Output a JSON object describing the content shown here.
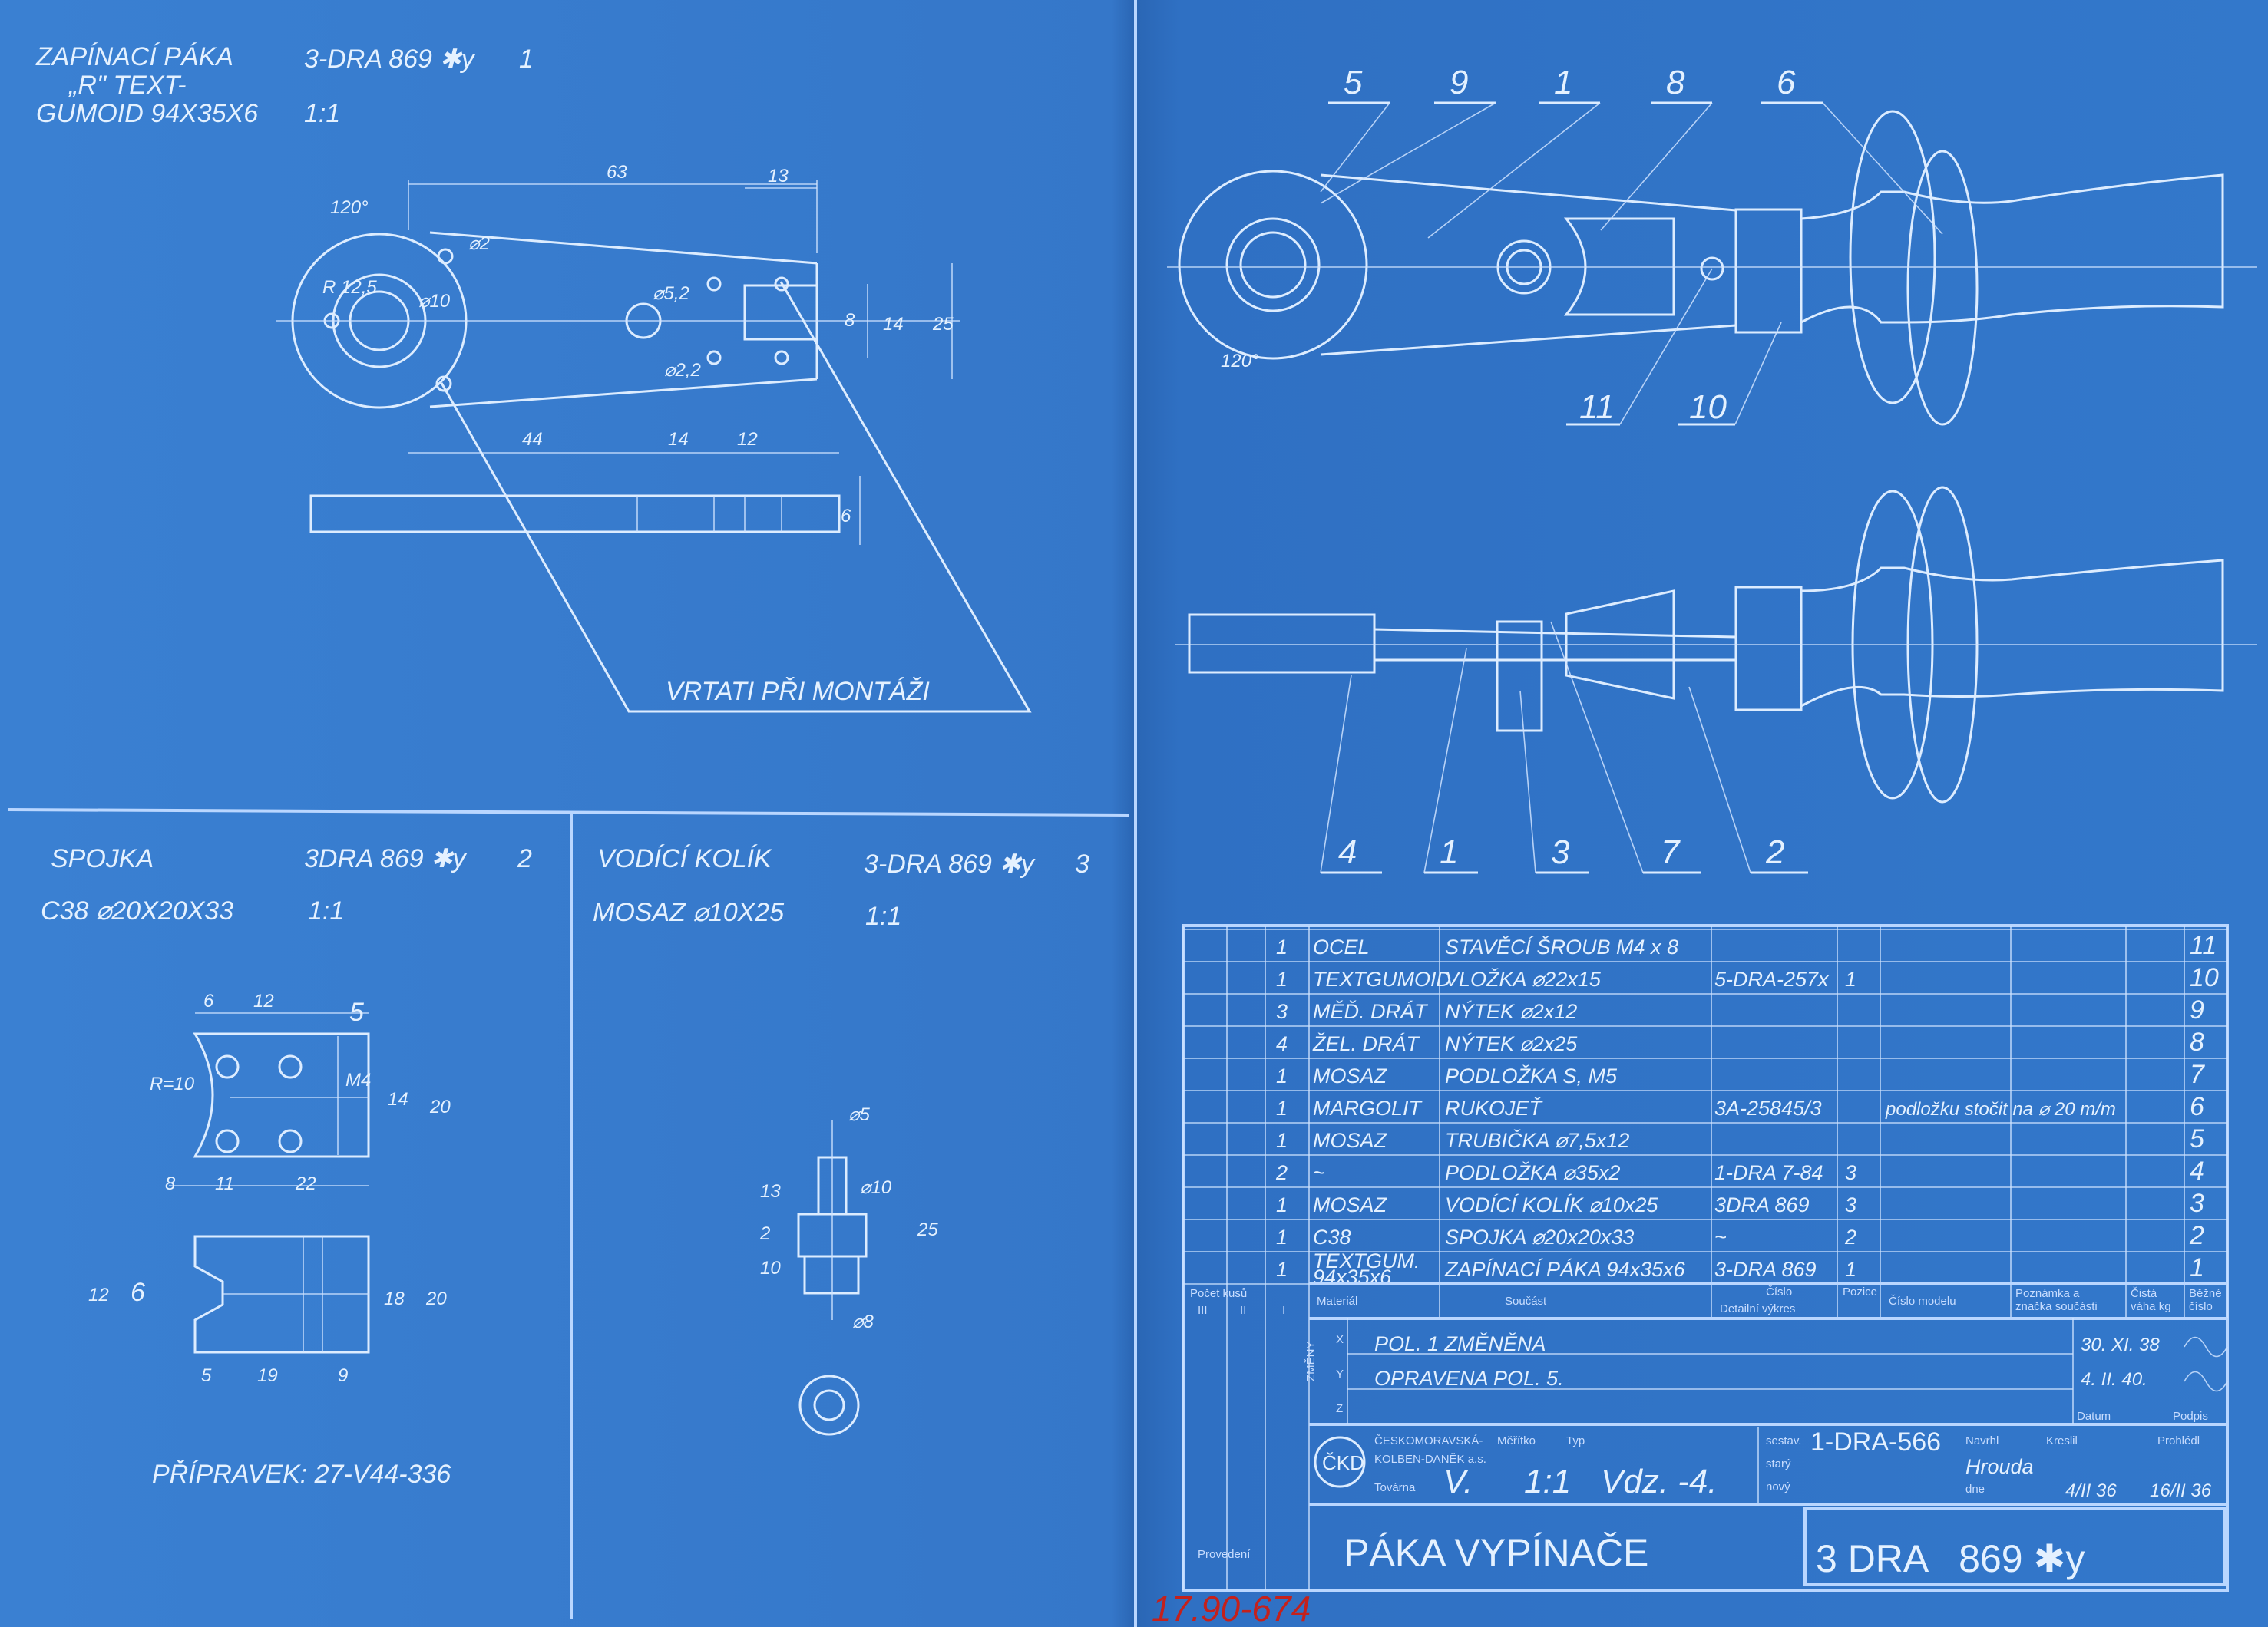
{
  "part1": {
    "title_lines": [
      "ZAPÍNACÍ PÁKA",
      "„R\" TEXT-",
      "GUMOID 94X35X6"
    ],
    "drawing_no": "3-DRA 869 ✱y",
    "position": "1",
    "scale": "1:1",
    "dims": {
      "d63": "63",
      "d13": "13",
      "angle": "120°",
      "phi2": "⌀2",
      "phi10": "⌀10",
      "phi52": "⌀5,2",
      "phi22": "⌀2,2",
      "r": "R 12,5",
      "d8": "8",
      "d14": "14",
      "d25": "25",
      "d44": "44",
      "d14b": "14",
      "d12": "12",
      "d6": "6"
    },
    "note": "VRTATI PŘI MONTÁŽI"
  },
  "part2": {
    "title": "SPOJKA",
    "drawing_no": "3DRA 869 ✱y",
    "position": "2",
    "material": "C38 ⌀20X20X33",
    "scale": "1:1",
    "dims": {
      "d6": "6",
      "d12": "12",
      "d5": "5",
      "r10": "R=10",
      "m4": "M4",
      "d14": "14",
      "d20": "20",
      "d8": "8",
      "d11": "11",
      "d22": "22",
      "d12b": "12",
      "d6b": "6",
      "d18": "18",
      "d20b": "20",
      "d5b": "5",
      "d19": "19",
      "d9": "9"
    },
    "fixture": "PŘÍPRAVEK: 27-V44-336"
  },
  "part3": {
    "title": "VODÍCÍ KOLÍK",
    "drawing_no": "3-DRA 869 ✱y",
    "position": "3",
    "material": "MOSAZ ⌀10X25",
    "scale": "1:1",
    "dims": {
      "phi5": "⌀5",
      "phi10": "⌀10",
      "d13": "13",
      "d2": "2",
      "d10": "10",
      "d25": "25",
      "phi8": "⌀8"
    }
  },
  "assembly": {
    "balloons_top": [
      "5",
      "9",
      "1",
      "8",
      "6"
    ],
    "balloons_mid": [
      "11",
      "10"
    ],
    "balloons_bottom": [
      "4",
      "1",
      "3",
      "7",
      "2"
    ],
    "angle": "120°"
  },
  "parts_list": {
    "rows": [
      {
        "qty": "1",
        "material": "OCEL",
        "part": "STAVĚCÍ ŠROUB  M4 x 8",
        "drawing": "",
        "pos": "",
        "model": "",
        "note": "",
        "no": "11"
      },
      {
        "qty": "1",
        "material": "TEXTGUMOID",
        "part": "VLOŽKA ⌀22x15",
        "drawing": "5-DRA-257x",
        "pos": "1",
        "model": "",
        "note": "",
        "no": "10"
      },
      {
        "qty": "3",
        "material": "MĚĎ. DRÁT",
        "part": "NÝTEK ⌀2x12",
        "drawing": "",
        "pos": "",
        "model": "",
        "note": "",
        "no": "9"
      },
      {
        "qty": "4",
        "material": "ŽEL. DRÁT",
        "part": "NÝTEK ⌀2x25",
        "drawing": "",
        "pos": "",
        "model": "",
        "note": "",
        "no": "8"
      },
      {
        "qty": "1",
        "material": "MOSAZ",
        "part": "PODLOŽKA S, M5",
        "drawing": "",
        "pos": "",
        "model": "",
        "note": "",
        "no": "7"
      },
      {
        "qty": "1",
        "material": "MARGOLIT",
        "part": "RUKOJEŤ",
        "drawing": "3A-25845/3",
        "pos": "",
        "model": "",
        "note": "podložku stočit na ⌀ 20 m/m",
        "no": "6"
      },
      {
        "qty": "1",
        "material": "MOSAZ",
        "part": "TRUBIČKA ⌀7,5x12",
        "drawing": "",
        "pos": "",
        "model": "",
        "note": "",
        "no": "5"
      },
      {
        "qty": "2",
        "material": "~",
        "part": "PODLOŽKA ⌀35x2",
        "drawing": "1-DRA 7-84",
        "pos": "3",
        "model": "",
        "note": "",
        "no": "4"
      },
      {
        "qty": "1",
        "material": "MOSAZ",
        "part": "VODÍCÍ KOLÍK ⌀10x25",
        "drawing": "3DRA 869",
        "pos": "3",
        "model": "",
        "note": "",
        "no": "3"
      },
      {
        "qty": "1",
        "material": "C38",
        "part": "SPOJKA ⌀20x20x33",
        "drawing": "~",
        "pos": "2",
        "model": "",
        "note": "",
        "no": "2"
      },
      {
        "qty": "1",
        "material": "TEXTGUM. 94x35x6",
        "part": "ZAPÍNACÍ PÁKA 94x35x6",
        "drawing": "3-DRA 869",
        "pos": "1",
        "model": "",
        "note": "",
        "no": "1"
      }
    ],
    "headers": {
      "qty": "Počet kusů",
      "qty_cols": [
        "III",
        "II",
        "I"
      ],
      "material": "Materiál",
      "part": "Součást",
      "drawing_top": "Číslo",
      "drawing_bottom": "Detailní výkres",
      "pos": "Pozice",
      "model": "Číslo modelu",
      "note": "Poznámka a značka součásti",
      "weight": "Čistá váha kg",
      "no": "Běžné číslo"
    }
  },
  "changes": {
    "label": "ZMĚNY",
    "rows": [
      {
        "mark": "X",
        "text": "POL. 1 ZMĚNĚNA",
        "date": "30. XI. 38"
      },
      {
        "mark": "Y",
        "text": "OPRAVENA POL. 5.",
        "date": "4. II. 40."
      },
      {
        "mark": "Z",
        "text": "",
        "date": ""
      }
    ],
    "date_label": "Datum",
    "sign_label": "Podpis"
  },
  "title_block": {
    "company_line1": "ČESKOMORAVSKÁ-",
    "company_line2": "KOLBEN-DANĚK a.s.",
    "factory_label": "Továrna",
    "factory": "V.",
    "scale_label": "Měřítko",
    "scale": "1:1",
    "type_label": "Typ",
    "type": "Vdz. -4.",
    "replaces_label": "sestav.",
    "replaces": "1-DRA-566",
    "old_label": "starý",
    "new_label": "nový",
    "drew_label": "Navrhl",
    "drew": "Hrouda",
    "drafted_label": "Kreslil",
    "checked_label": "Prohlédl",
    "day_label": "dne",
    "date1": "4/II 36",
    "date2": "16/II 36",
    "name": "PÁKA VYPÍNAČE",
    "number": "3 DRA   869 ✱y",
    "execution_label": "Provedení"
  },
  "stamp": "17.90-674"
}
